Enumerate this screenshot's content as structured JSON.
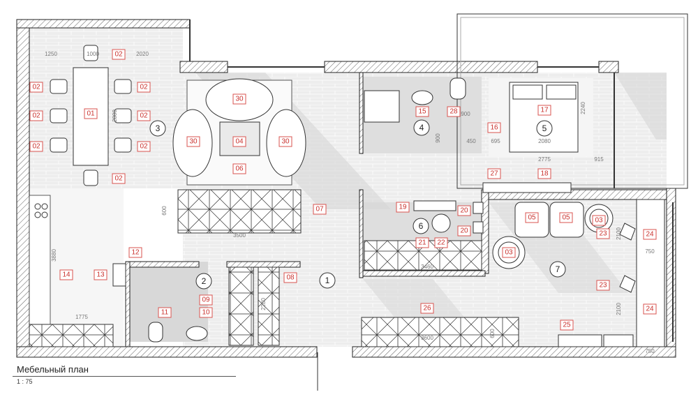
{
  "title": "Мебельный план",
  "scale": "1 : 75",
  "rooms": [
    "1",
    "2",
    "3",
    "4",
    "5",
    "6",
    "7"
  ],
  "tags": [
    "02",
    "02",
    "02",
    "02",
    "02",
    "02",
    "02",
    "02",
    "01",
    "30",
    "30",
    "30",
    "04",
    "06",
    "07",
    "15",
    "28",
    "16",
    "17",
    "27",
    "18",
    "19",
    "20",
    "20",
    "05",
    "05",
    "03",
    "23",
    "24",
    "22",
    "21",
    "03",
    "23",
    "24",
    "25",
    "26",
    "12",
    "13",
    "14",
    "11",
    "09",
    "10",
    "08"
  ],
  "dimensions": [
    "1250",
    "1000",
    "2020",
    "2800",
    "600",
    "3500",
    "3880",
    "1775",
    "2280",
    "900",
    "900",
    "450",
    "695",
    "2080",
    "2240",
    "2775",
    "915",
    "3460",
    "3600",
    "600",
    "750",
    "2100",
    "2100",
    "750"
  ],
  "colors": {
    "tag": "#d9534f",
    "wall_hatch": "#222222",
    "floor": "#ececec"
  }
}
